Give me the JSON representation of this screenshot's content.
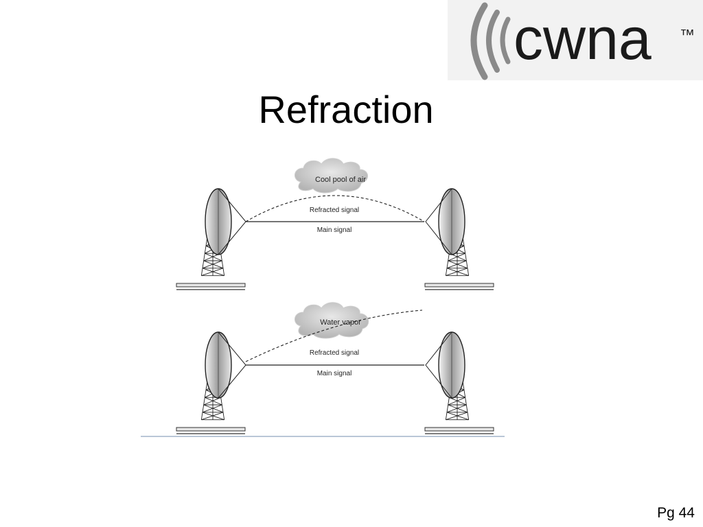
{
  "logo": {
    "text": "cwna",
    "trademark": "™"
  },
  "slide": {
    "title": "Refraction",
    "page": "Pg 44"
  },
  "diagram": {
    "top": {
      "cloud_label": "Cool pool of air",
      "refracted_label": "Refracted signal",
      "main_label": "Main signal"
    },
    "bottom": {
      "cloud_label": "Water vapor",
      "refracted_label": "Refracted signal",
      "main_label": "Main signal"
    }
  }
}
